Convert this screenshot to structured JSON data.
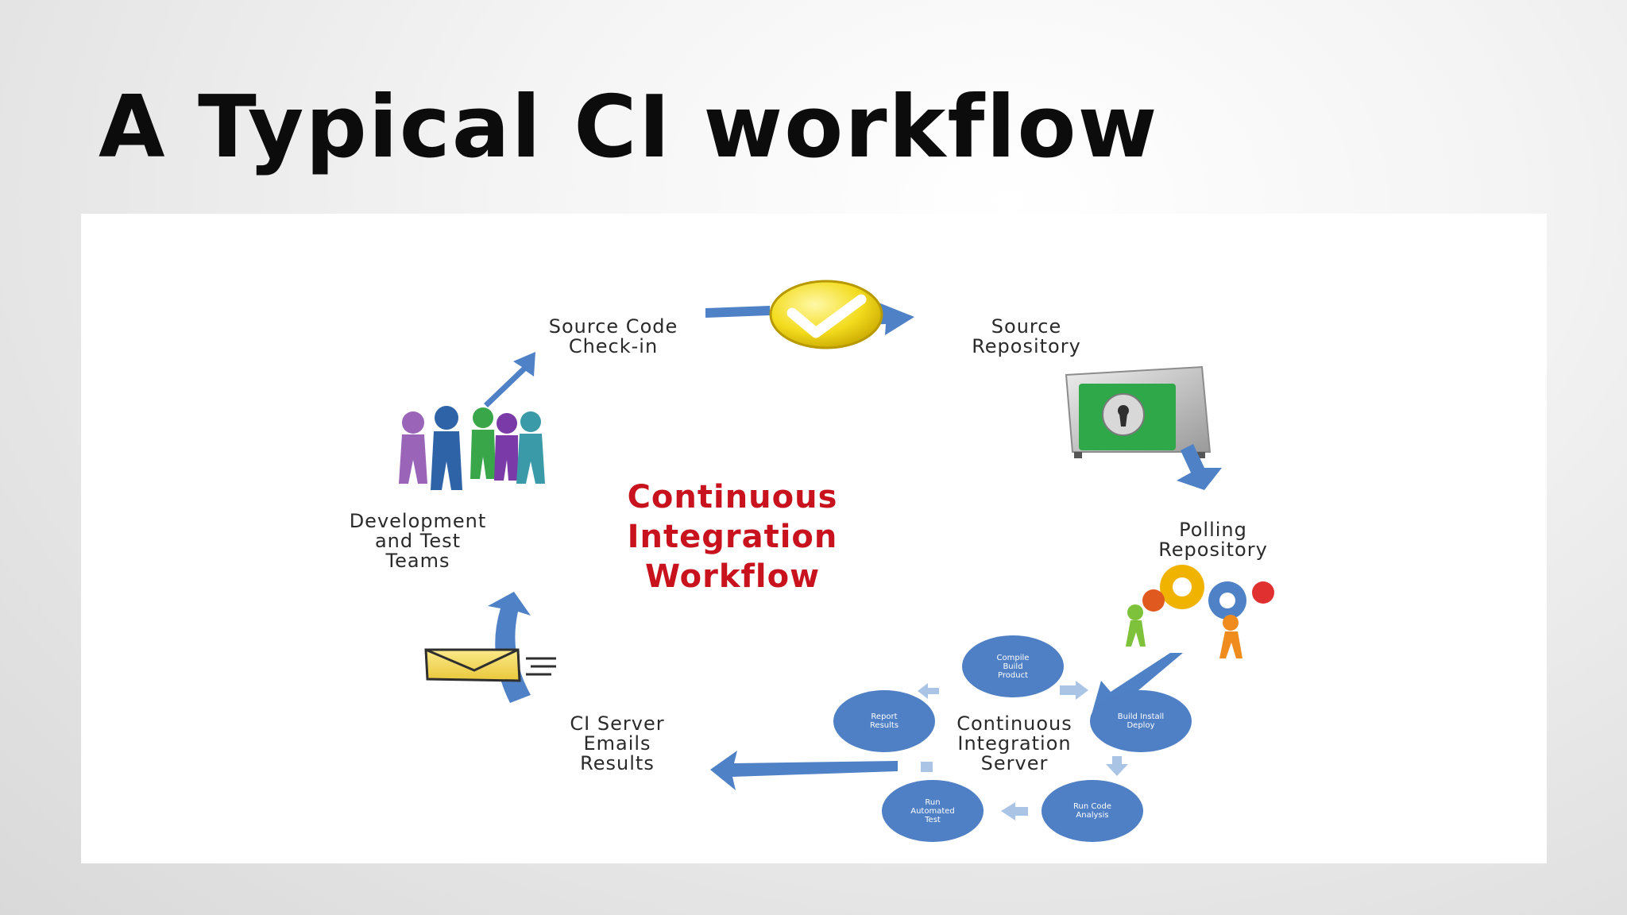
{
  "slide": {
    "title": "A Typical CI workflow"
  },
  "diagram": {
    "center_title": [
      "Continuous Integration",
      "Workflow"
    ],
    "steps": {
      "source_code_checkin": [
        "Source Code",
        "Check-in"
      ],
      "source_repository": [
        "Source",
        "Repository"
      ],
      "polling_repository": [
        "Polling",
        "Repository"
      ],
      "ci_server_emails_results": [
        "CI Server",
        "Emails",
        "Results"
      ],
      "development_and_test_teams": [
        "Development",
        "and Test",
        "Teams"
      ]
    },
    "ci_server": {
      "label": [
        "Continuous",
        "Integration",
        "Server"
      ],
      "cycle": {
        "compile": [
          "Compile",
          "Build",
          "Product"
        ],
        "build_install": [
          "Build Install",
          "Deploy"
        ],
        "code_analysis": [
          "Run Code",
          "Analysis"
        ],
        "automated_test": [
          "Run",
          "Automated",
          "Test"
        ],
        "report": [
          "Report",
          "Results"
        ]
      }
    },
    "colors": {
      "arrow": "#4f81c7",
      "title_red": "#c8121d",
      "cycle_circle": "#4f7fc4",
      "safe_green": "#2fa84a",
      "checkmark_yellow": "#f3dc1e"
    },
    "icons": [
      "checkmark-icon",
      "safe-icon",
      "gears-people-icon",
      "envelope-icon",
      "team-people-icon"
    ]
  }
}
